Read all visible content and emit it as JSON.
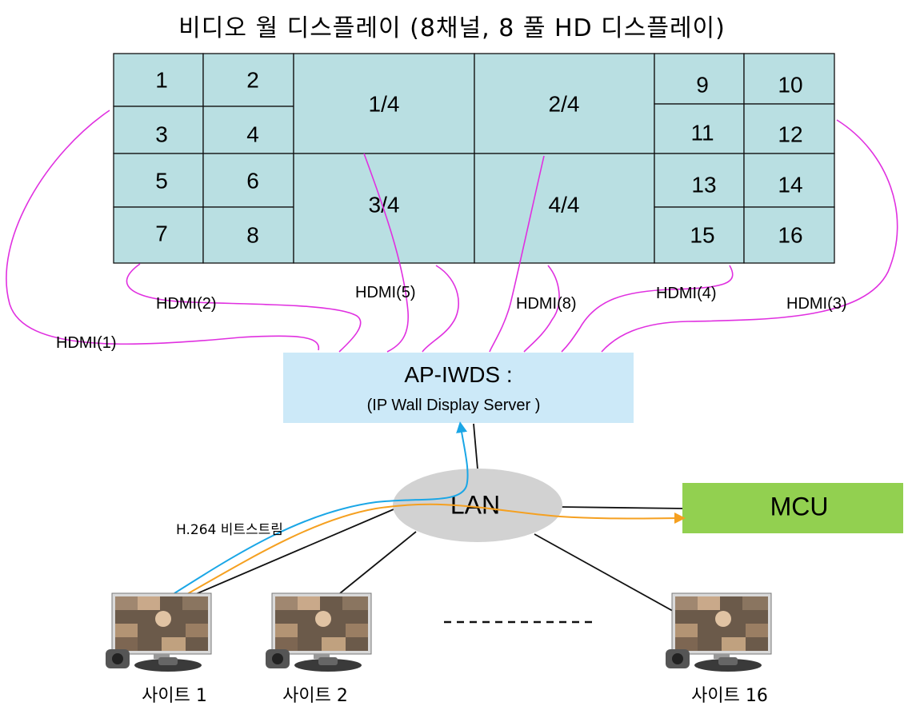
{
  "title": "비디오 월 디스플레이 (8채널, 8 풀 HD 디스플레이)",
  "wall": {
    "cells": [
      "1",
      "2",
      "3",
      "4",
      "5",
      "6",
      "7",
      "8",
      "1/4",
      "2/4",
      "3/4",
      "4/4",
      "9",
      "10",
      "11",
      "12",
      "13",
      "14",
      "15",
      "16"
    ]
  },
  "hdmi_labels": [
    "HDMI(1)",
    "HDMI(2)",
    "HDMI(5)",
    "HDMI(8)",
    "HDMI(4)",
    "HDMI(3)"
  ],
  "server": {
    "title": "AP-IWDS :",
    "subtitle": "(IP Wall Display Server )",
    "color": "#cce9f8"
  },
  "lan": {
    "label": "LAN"
  },
  "mcu": {
    "label": "MCU",
    "color": "#92d050"
  },
  "stream_label": "H.264 비트스트림",
  "sites": [
    "사이트 1",
    "사이트 2",
    "사이트 16"
  ],
  "colors": {
    "hdmi_cable": "#e030e0",
    "stream_blue": "#1aa6e6",
    "stream_orange": "#f5a020",
    "wall_cell": "#b9dfe2"
  }
}
